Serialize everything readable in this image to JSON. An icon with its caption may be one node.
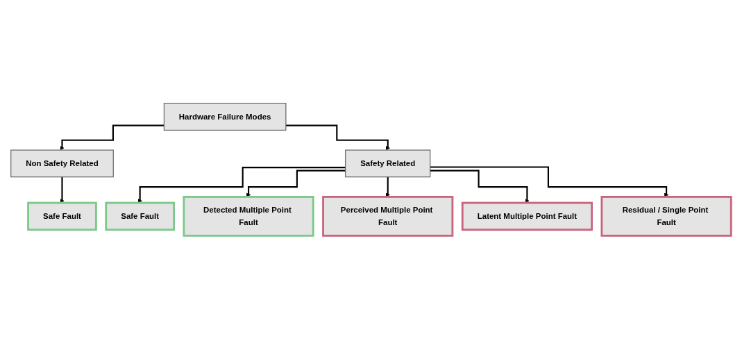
{
  "diagram": {
    "nodes": [
      {
        "text": [
          "Hardware Failure Modes"
        ]
      },
      {
        "text": [
          "Non Safety Related"
        ]
      },
      {
        "text": [
          "Safety Related"
        ]
      },
      {
        "text": [
          "Safe Fault"
        ]
      },
      {
        "text": [
          "Safe Fault"
        ]
      },
      {
        "text": [
          "Detected Multiple Point Fault"
        ]
      },
      {
        "text": [
          "Perceived Multiple Point Fault"
        ]
      },
      {
        "text": [
          "Latent Multiple Point Fault"
        ]
      },
      {
        "text": [
          "Residual / Single Point Fault"
        ]
      }
    ],
    "edges": [
      {
        "from": 0,
        "to": 1,
        "arrow": "to"
      },
      {
        "from": 0,
        "to": 2,
        "arrow": "to"
      },
      {
        "from": 1,
        "to": 3,
        "arrow": "to"
      },
      {
        "from": 2,
        "to": 4,
        "arrow": "to"
      },
      {
        "from": 2,
        "to": 5,
        "arrow": "to"
      },
      {
        "from": 2,
        "to": 6,
        "arrow": "to"
      },
      {
        "from": 2,
        "to": 7,
        "arrow": "to"
      },
      {
        "from": 2,
        "to": 8,
        "arrow": "to"
      }
    ]
  }
}
